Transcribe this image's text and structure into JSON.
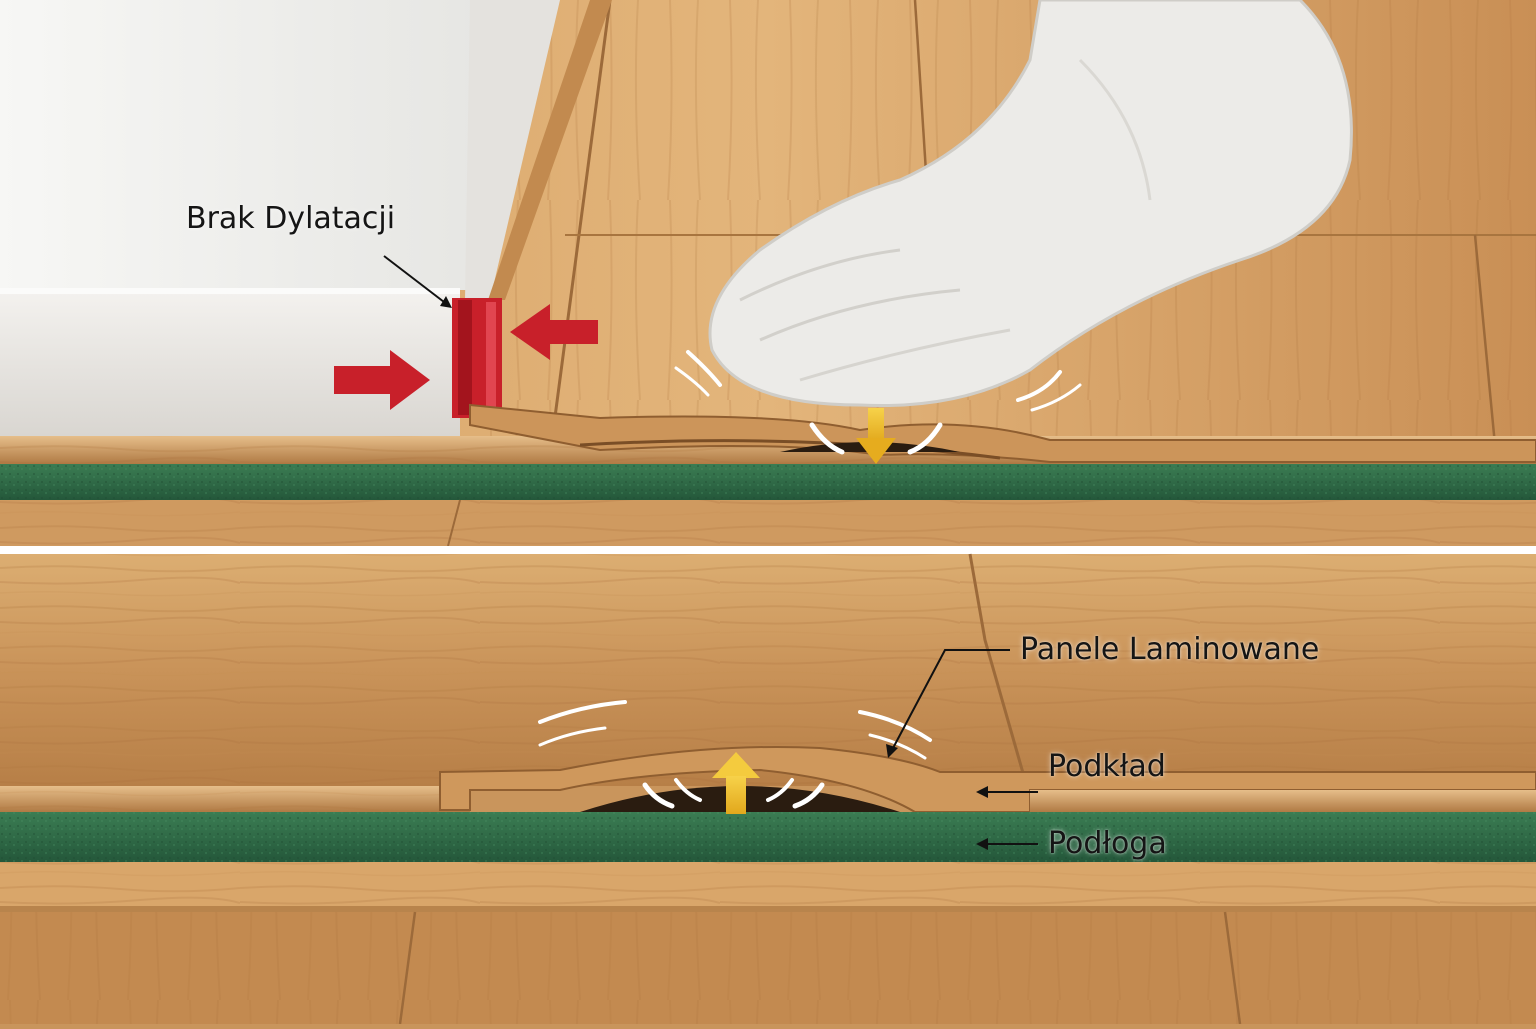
{
  "labels": {
    "brak_dylatacji": "Brak Dylatacji",
    "panele_laminowane": "Panele Laminowane",
    "podklad": "Podkład",
    "podloga": "Podłoga"
  },
  "colors": {
    "wood_light": "#d9a86c",
    "wood_mid": "#c28a4f",
    "wood_dark": "#a8733f",
    "underlay_green": "#2f6b45",
    "wall_white": "#f2f2f0",
    "pressure_red": "#c8202a",
    "stress_yellow": "#f0c020",
    "divider_white": "#ffffff"
  },
  "icons": {
    "pressure_arrows": "red-arrow-icon",
    "deflection_arrows": "yellow-arrow-icon"
  }
}
